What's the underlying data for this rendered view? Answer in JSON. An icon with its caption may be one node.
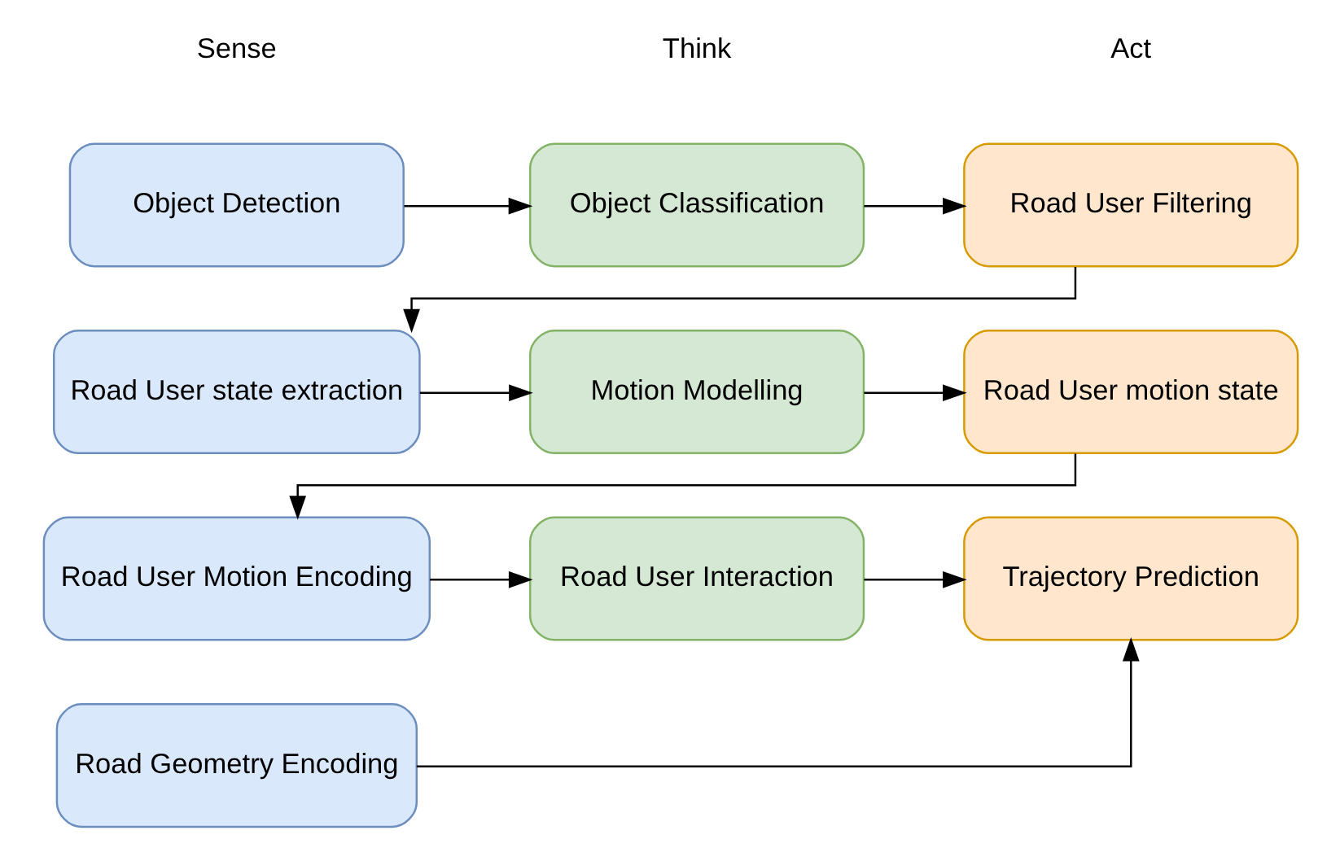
{
  "diagram": {
    "nodes": [
      {
        "text": [
          "Object Detection"
        ]
      },
      {
        "text": [
          "Object Classification"
        ]
      },
      {
        "text": [
          "Road User Filtering"
        ]
      },
      {
        "text": [
          "Road User state extraction"
        ]
      },
      {
        "text": [
          "Motion Modelling"
        ]
      },
      {
        "text": [
          "Road User motion state"
        ]
      },
      {
        "text": [
          "Road User Motion Encoding"
        ]
      },
      {
        "text": [
          "Road User Interaction"
        ]
      },
      {
        "text": [
          "Trajectory Prediction"
        ]
      },
      {
        "text": [
          "Road Geometry Encoding"
        ]
      }
    ],
    "edges": [
      {
        "from": 0,
        "to": 1,
        "arrow": "to"
      },
      {
        "from": 1,
        "to": 2,
        "arrow": "to"
      },
      {
        "from": 2,
        "to": 3,
        "arrow": "to"
      },
      {
        "from": 3,
        "to": 4,
        "arrow": "to"
      },
      {
        "from": 4,
        "to": 5,
        "arrow": "to"
      },
      {
        "from": 5,
        "to": 6,
        "arrow": "to"
      },
      {
        "from": 6,
        "to": 7,
        "arrow": "to"
      },
      {
        "from": 7,
        "to": 8,
        "arrow": "to"
      },
      {
        "from": 9,
        "to": 8,
        "arrow": "to"
      }
    ],
    "labels": [
      "Sense",
      "Think",
      "Act"
    ]
  }
}
